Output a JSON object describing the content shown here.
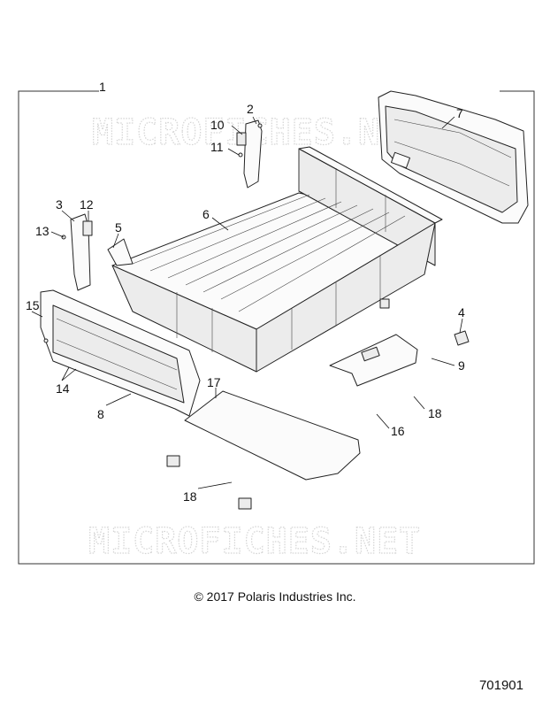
{
  "diagram": {
    "watermark": "MICROFICHES.NET",
    "callouts": {
      "c1": "1",
      "c2": "2",
      "c3": "3",
      "c4": "4",
      "c5": "5",
      "c6": "6",
      "c7": "7",
      "c8": "8",
      "c9": "9",
      "c10": "10",
      "c11": "11",
      "c12": "12",
      "c13": "13",
      "c14": "14",
      "c15": "15",
      "c16": "16",
      "c17": "17",
      "c18a": "18",
      "c18b": "18"
    }
  },
  "footer": {
    "copyright": "© 2017 Polaris Industries Inc.",
    "diagram_id": "701901"
  }
}
